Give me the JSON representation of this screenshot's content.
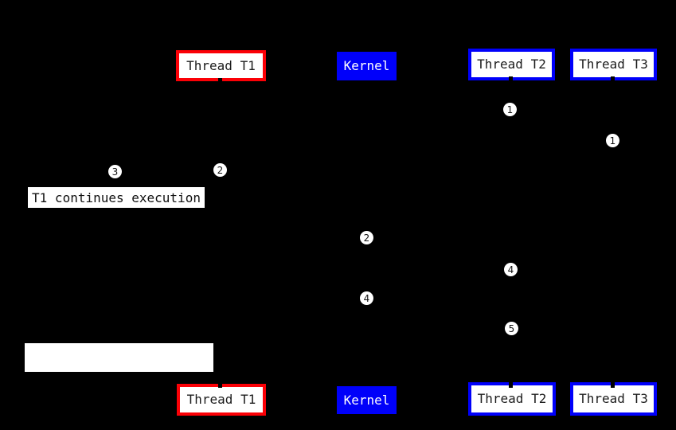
{
  "colors": {
    "background": "#000000",
    "thread_t1_border": "#fb0006",
    "thread_t2_t3_border": "#0000fa",
    "kernel_fill": "#0000fa",
    "kernel_text": "#ffffff",
    "box_fill": "#ffffff",
    "box_text": "#1c1c1c"
  },
  "lanes": {
    "top": [
      {
        "label": "Thread T1"
      },
      {
        "label": "Kernel"
      },
      {
        "label": "Thread T2"
      },
      {
        "label": "Thread T3"
      }
    ],
    "bottom": [
      {
        "label": "Thread T1"
      },
      {
        "label": "Kernel"
      },
      {
        "label": "Thread T2"
      },
      {
        "label": "Thread T3"
      }
    ]
  },
  "steps": [
    {
      "label": "1"
    },
    {
      "label": "1"
    },
    {
      "label": "3"
    },
    {
      "label": "2"
    },
    {
      "label": "2"
    },
    {
      "label": "4"
    },
    {
      "label": "4"
    },
    {
      "label": "5"
    }
  ],
  "note": {
    "text": "T1 continues execution"
  }
}
